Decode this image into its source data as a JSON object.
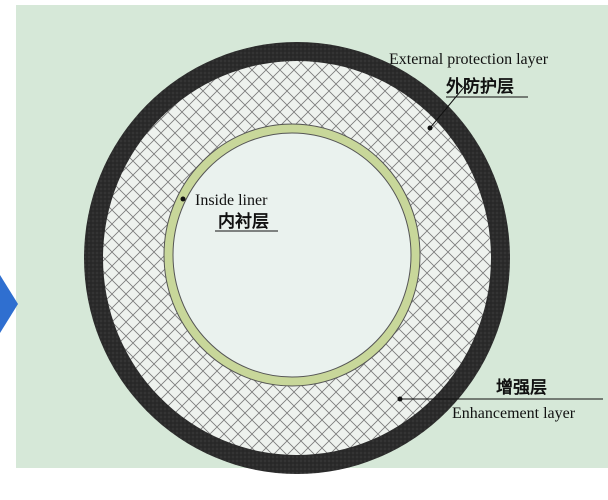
{
  "labels": {
    "external_en": "External protection layer",
    "external_zh": "外防护层",
    "inside_en": "Inside liner",
    "inside_zh": "内衬层",
    "enhancement_zh": "增强层",
    "enhancement_en": "Enhancement layer"
  },
  "colors": {
    "panel_background": "#d6e8d8",
    "outer_protection_layer": "#2b2b2b",
    "enhancement_mesh_fill": "#eef2ee",
    "enhancement_mesh_lines": "#7a7a7a",
    "inner_liner": "#c8d79a",
    "core": "#eaf2ee",
    "arrow": "#2f6fd0"
  },
  "icons": {
    "left_arrow": "blue-chevron-arrow-icon"
  }
}
